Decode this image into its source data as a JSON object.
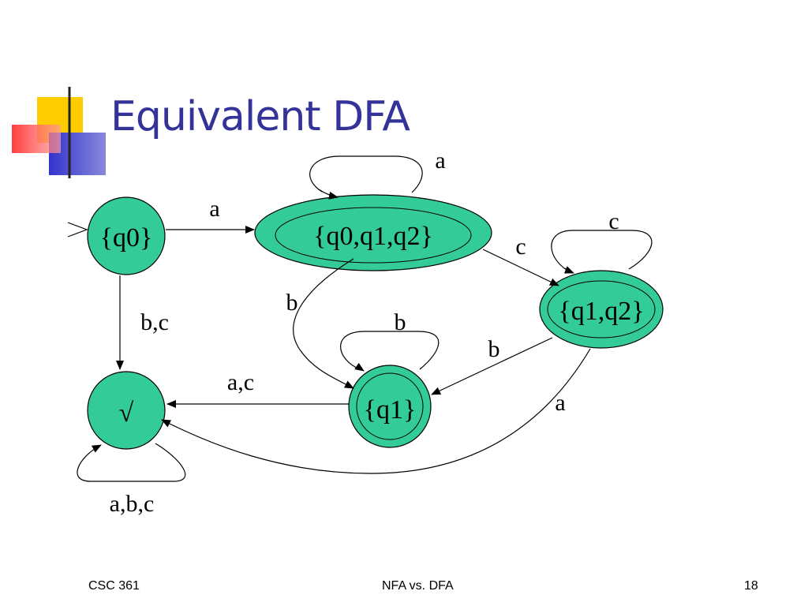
{
  "slide": {
    "title": "Equivalent DFA",
    "footer": {
      "left": "CSC 361",
      "center": "NFA vs. DFA",
      "right": "18"
    }
  },
  "diagram": {
    "states": {
      "q0": "{q0}",
      "q012": "{q0,q1,q2}",
      "q12": "{q1,q2}",
      "q1": "{q1}",
      "dead": "√"
    },
    "edges": {
      "q0_to_q012": "a",
      "q012_self": "a",
      "q012_to_q12": "c",
      "q12_self": "c",
      "q012_to_q1": "b",
      "q1_self": "b",
      "q12_to_q1": "b",
      "q0_to_dead": "b,c",
      "q1_to_dead": "a,c",
      "q12_to_dead": "a",
      "dead_self": "a,b,c"
    },
    "colors": {
      "state_fill": "#33cc99",
      "title": "#333399",
      "deco_yellow": "#ffcc00",
      "deco_red": "#ff3333",
      "deco_blue": "#3333cc"
    }
  }
}
